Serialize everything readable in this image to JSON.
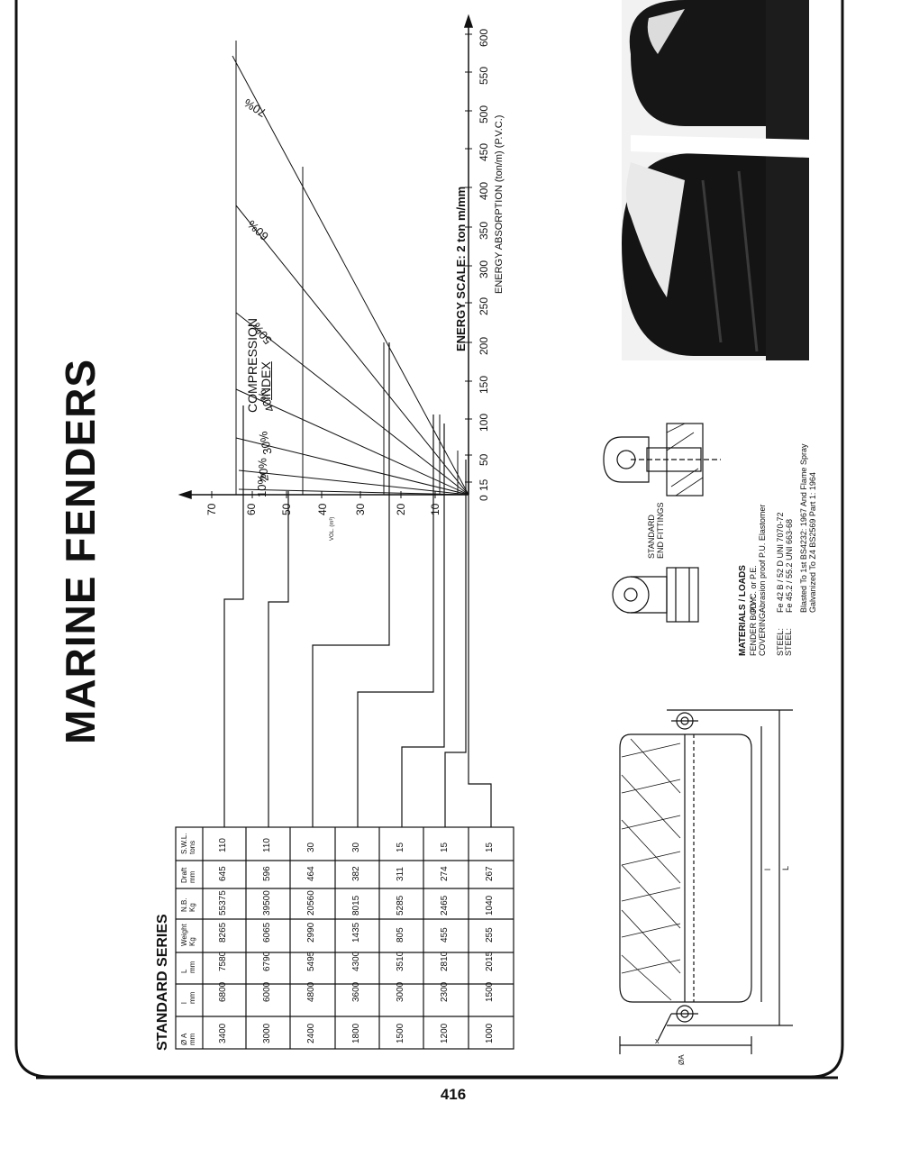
{
  "title": "MARINE FENDERS",
  "section_title": "STANDARD SERIES",
  "table": {
    "headers": [
      {
        "l1": "Ø A",
        "l2": "mm"
      },
      {
        "l1": "l",
        "l2": "mm"
      },
      {
        "l1": "L",
        "l2": "mm"
      },
      {
        "l1": "Weight",
        "l2": "Kg"
      },
      {
        "l1": "N.B.",
        "l2": "Kg"
      },
      {
        "l1": "Draft",
        "l2": "mm"
      },
      {
        "l1": "S.W.L.",
        "l2": "tons"
      }
    ],
    "rows": [
      [
        "3400",
        "6800",
        "7580",
        "8265",
        "55375",
        "645",
        "110"
      ],
      [
        "3000",
        "6000",
        "6790",
        "6065",
        "39500",
        "596",
        "110"
      ],
      [
        "2400",
        "4800",
        "5495",
        "2990",
        "20560",
        "464",
        "30"
      ],
      [
        "1800",
        "3600",
        "4300",
        "1435",
        "8015",
        "382",
        "30"
      ],
      [
        "1500",
        "3000",
        "3510",
        "805",
        "5285",
        "311",
        "15"
      ],
      [
        "1200",
        "2300",
        "2810",
        "455",
        "2465",
        "274",
        "15"
      ],
      [
        "1000",
        "1500",
        "2015",
        "255",
        "1040",
        "267",
        "15"
      ]
    ]
  },
  "chart_data": {
    "type": "line",
    "x_axis_ticks": [
      "0",
      "15",
      "50",
      "100",
      "150",
      "200",
      "250",
      "300",
      "350",
      "400",
      "450",
      "500",
      "550",
      "600"
    ],
    "x_axis_label_scale": "ENERGY SCALE:  2 ton m/mm",
    "x_axis_label": "ENERGY ABSORPTION (ton/m) (P.V.C.)",
    "y_axis_ticks": [
      "10",
      "20",
      "30",
      "40",
      "50",
      "60",
      "70"
    ],
    "y_axis_label": "VOL. (m³)",
    "compression_label_1": "COMPRESSION",
    "compression_label_2": "INDEX",
    "series": [
      {
        "name": "10%"
      },
      {
        "name": "20%"
      },
      {
        "name": "30%"
      },
      {
        "name": "40%"
      },
      {
        "name": "50%"
      },
      {
        "name": "60%"
      },
      {
        "name": "70%"
      }
    ]
  },
  "end_fittings_label_1": "STANDARD",
  "end_fittings_label_2": "END FITTINGS",
  "materials": {
    "heading": "MATERIALS / LOADS",
    "rows": [
      {
        "key": "FENDER BODY:",
        "value": "P.V.C. or P.E."
      },
      {
        "key": "COVERING:",
        "value": "Abrasion proof P.U. Elastomer"
      },
      {
        "key": "STEEL:",
        "value": "Fe 42 B / 52 D UNI 7070-72"
      },
      {
        "key": "",
        "value": "Fe 45.2 / 55.2 UNI 663-68"
      },
      {
        "key": "",
        "value": "Blasted To 1st BS4232: 1967 And Flame Spray"
      },
      {
        "key": "",
        "value": "Galvanized To Z4 BS2569 Part 1: 1964"
      }
    ]
  },
  "drawing_labels": {
    "x": "x",
    "dim_l": "l",
    "dim_L": "L",
    "dia": "ØA"
  },
  "page_number": "416"
}
